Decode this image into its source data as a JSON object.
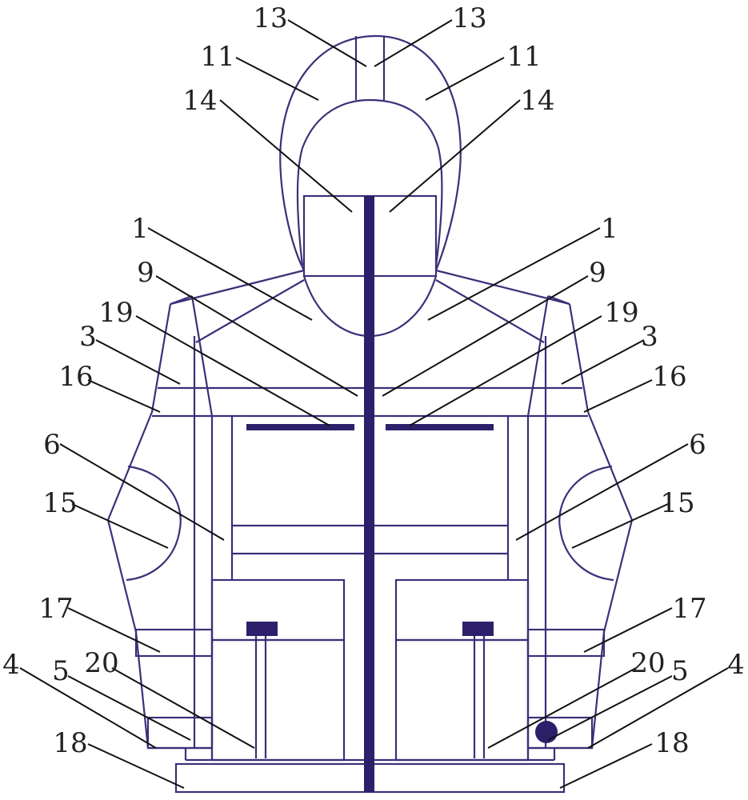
{
  "figure": {
    "outline_color": "#3d2f78",
    "fill_color": "#2e1f6b"
  },
  "labels": {
    "l13a": "13",
    "l13b": "13",
    "l11a": "11",
    "l11b": "11",
    "l14a": "14",
    "l14b": "14",
    "l1a": "1",
    "l1b": "1",
    "l9a": "9",
    "l9b": "9",
    "l19a": "19",
    "l19b": "19",
    "l3a": "3",
    "l3b": "3",
    "l16a": "16",
    "l16b": "16",
    "l6a": "6",
    "l6b": "6",
    "l15a": "15",
    "l15b": "15",
    "l17a": "17",
    "l17b": "17",
    "l4a": "4",
    "l5a": "5",
    "l20a": "20",
    "l20b": "20",
    "l5b": "5",
    "l4b": "4",
    "l18a": "18",
    "l18b": "18"
  }
}
